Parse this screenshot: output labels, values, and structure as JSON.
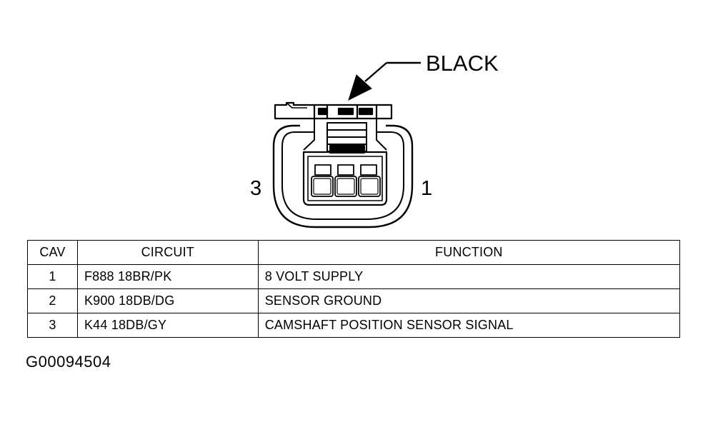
{
  "connector": {
    "color_label": "BLACK",
    "pin_left_label": "3",
    "pin_right_label": "1"
  },
  "table": {
    "headers": [
      "CAV",
      "CIRCUIT",
      "FUNCTION"
    ],
    "rows": [
      {
        "cav": "1",
        "circuit": "F888 18BR/PK",
        "function": "8 VOLT SUPPLY"
      },
      {
        "cav": "2",
        "circuit": "K900 18DB/DG",
        "function": "SENSOR GROUND"
      },
      {
        "cav": "3",
        "circuit": "K44 18DB/GY",
        "function": "CAMSHAFT POSITION SENSOR SIGNAL"
      }
    ]
  },
  "figure_id": "G00094504",
  "colors": {
    "ink": "#000000",
    "paper": "#ffffff"
  }
}
